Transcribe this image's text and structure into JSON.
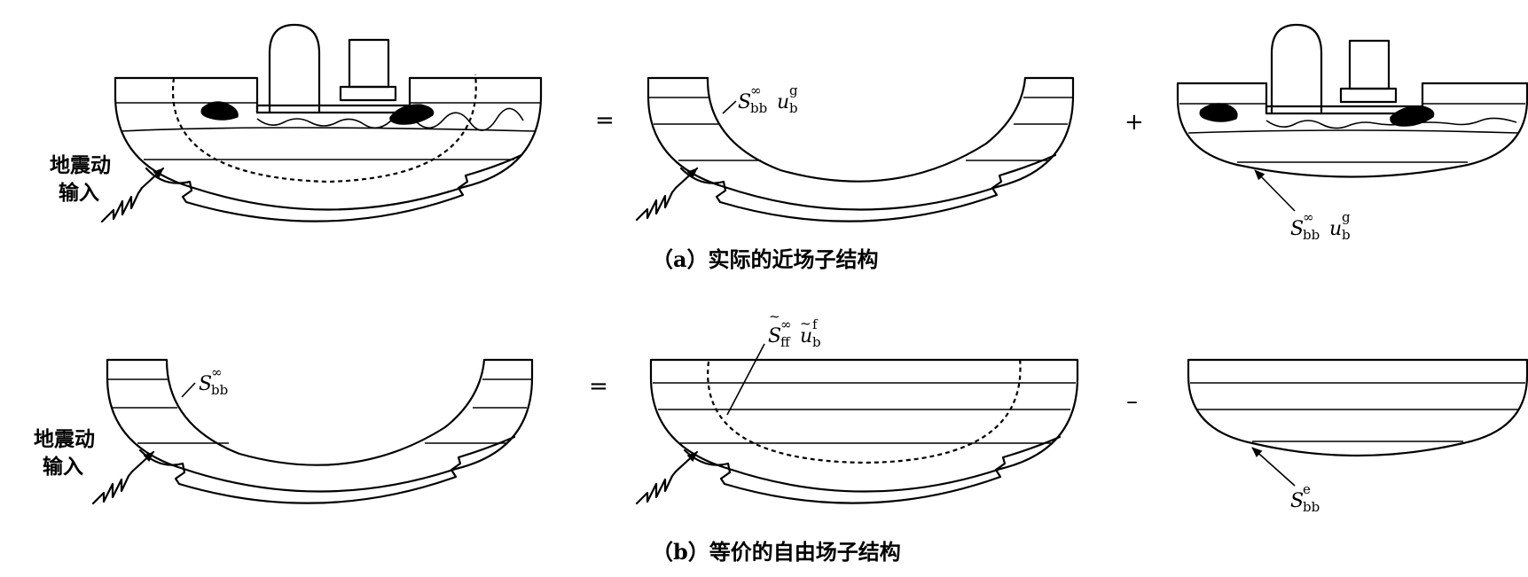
{
  "labels": {
    "seismic_input_line1": "地震动",
    "seismic_input_line2": "输入",
    "equals": "=",
    "plus": "+",
    "minus": "–"
  },
  "captions": {
    "a": "（a）实际的近场子结构",
    "b": "（b）等价的自由场子结构"
  },
  "math": {
    "S": "S",
    "u": "u",
    "inf": "∞",
    "bb": "bb",
    "b": "b",
    "g": "g",
    "ff": "ff",
    "f": "f",
    "e": "e"
  }
}
